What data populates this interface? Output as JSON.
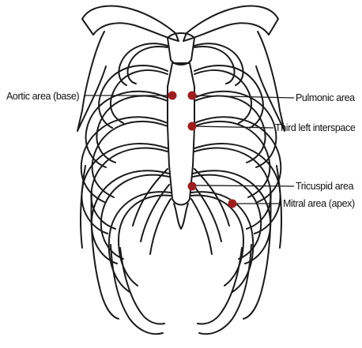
{
  "labels": {
    "aortic": "Aortic area (base)",
    "pulmonic": "Pulmonic area",
    "third_left": "Third left interspace",
    "tricuspid": "Tricuspid area",
    "mitral": "Mitral area (apex)"
  },
  "colors": {
    "line": "#1a1a1a",
    "marker": "#a01d1d",
    "background": "#ffffff"
  }
}
